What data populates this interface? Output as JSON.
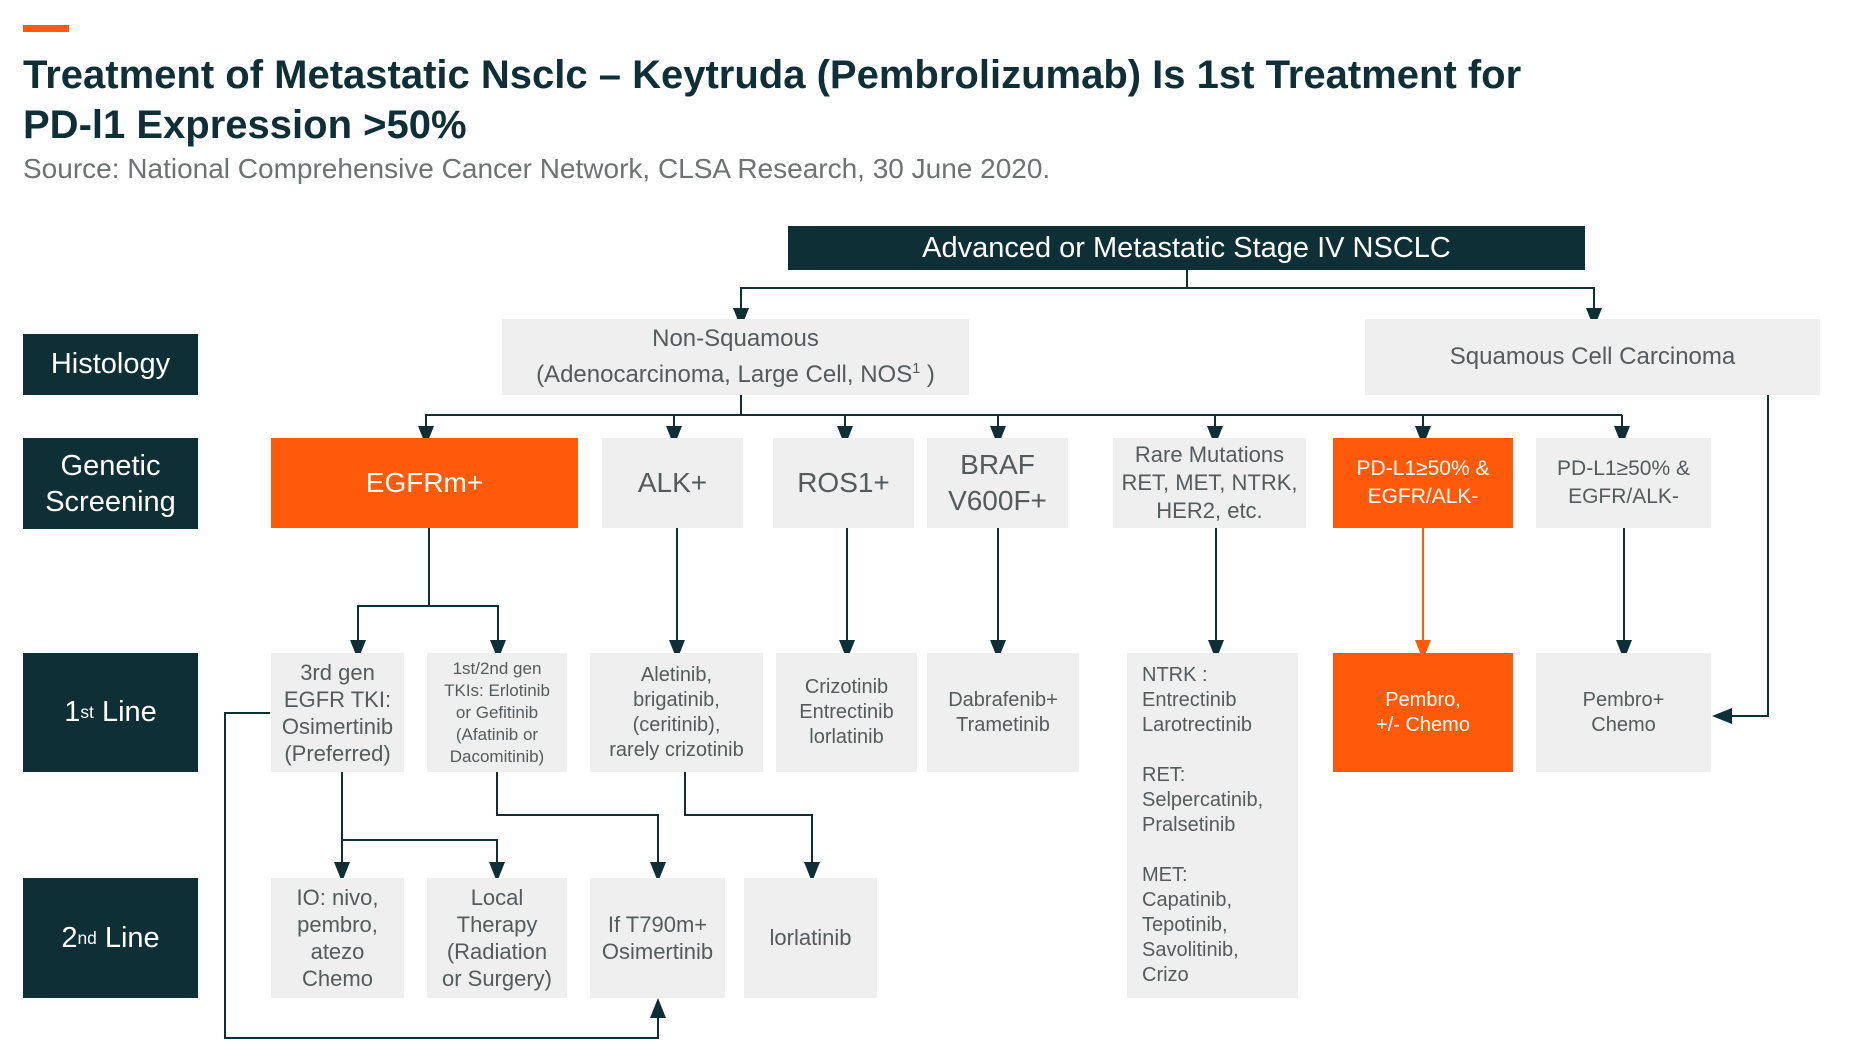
{
  "header": {
    "title_line1": "Treatment of Metastatic Nsclc – Keytruda (Pembrolizumab) Is 1st Treatment for",
    "title_line2": "PD-l1 Expression >50%",
    "source": "Source: National Comprehensive Cancer Network, CLSA Research, 30 June 2020."
  },
  "row_labels": {
    "histology": "Histology",
    "genetic": "Genetic\nScreening",
    "first_line_num": "1",
    "first_line_sup": "st",
    "first_line_rest": " Line",
    "second_line_num": "2",
    "second_line_sup": "nd",
    "second_line_rest": " Line"
  },
  "top": {
    "root": "Advanced or Metastatic Stage IV NSCLC"
  },
  "histology": {
    "non_squamous": "Non-Squamous\n(Adenocarcinoma, Large Cell, NOS",
    "non_squamous_sup": "1",
    "non_squamous_end": " )",
    "squamous": "Squamous Cell Carcinoma"
  },
  "genetic": {
    "egfr": "EGFRm+",
    "alk": "ALK+",
    "ros1": "ROS1+",
    "braf": "BRAF\nV600F+",
    "rare": "Rare Mutations\nRET, MET, NTRK,\nHER2, etc.",
    "pdl1_a": "PD-L1≥50% &\nEGFR/ALK-",
    "pdl1_b": "PD-L1≥50% &\nEGFR/ALK-"
  },
  "first_line": {
    "third_gen": "3rd gen\nEGFR TKI:\nOsimertinib\n(Preferred)",
    "first_second_gen": "1st/2nd gen\nTKIs: Erlotinib\nor Gefitinib\n(Afatinib or\nDacomitinib)",
    "alk_tx": "Aletinib,\nbrigatinib,\n(ceritinib),\nrarely crizotinib",
    "ros1_tx": "Crizotinib\nEntrectinib\nlorlatinib",
    "braf_tx": "Dabrafenib+\nTrametinib",
    "rare_tx": "NTRK :\nEntrectinib\nLarotrectinib\n\nRET:\nSelpercatinib,\nPralsetinib\n\nMET:\nCapatinib,\nTepotinib,\nSavolitinib,\nCrizo",
    "pembro_chemo_a": "Pembro,\n+/- Chemo",
    "pembro_chemo_b": "Pembro+\nChemo"
  },
  "second_line": {
    "io": "IO: nivo,\npembro,\natezo\nChemo",
    "local": "Local\nTherapy\n(Radiation\nor Surgery)",
    "t790": "If T790m+\nOsimertinib",
    "lorlatinib": "lorlatinib"
  },
  "colors": {
    "dark": "#0f2f36",
    "grey": "#efefef",
    "orange": "#ff5a0a",
    "text_grey": "#555a5c"
  }
}
